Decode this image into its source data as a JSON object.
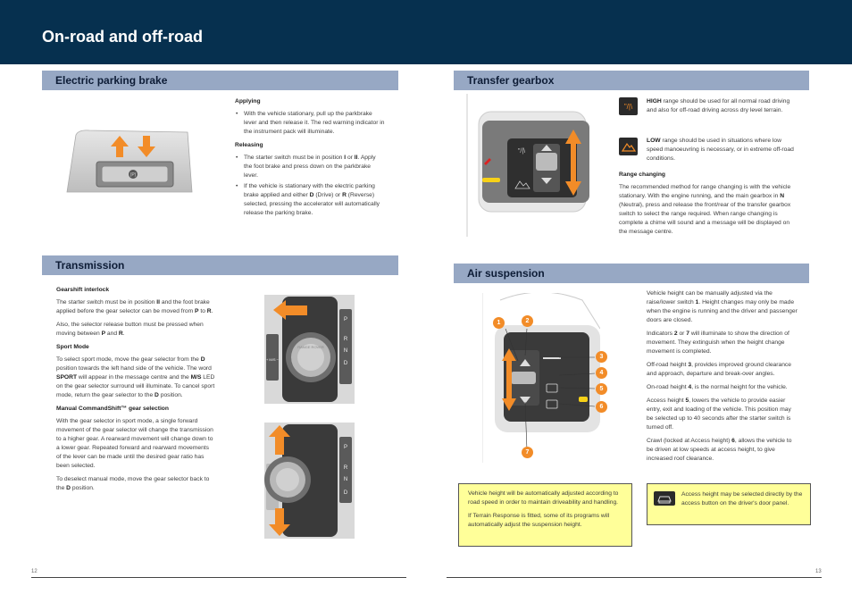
{
  "header": {
    "title": "On-road and off-road"
  },
  "epb": {
    "title": "Electric parking brake",
    "applying_heading": "Applying",
    "applying_items": [
      "With the vehicle stationary, pull up the parkbrake lever and then release it. The red warning indicator in the instrument pack will illuminate."
    ],
    "releasing_heading": "Releasing",
    "releasing_items": [
      [
        "The starter switch must be in position ",
        "I",
        " or ",
        "II",
        ". Apply the foot brake and press down on the parkbrake lever."
      ],
      [
        "If the vehicle is stationary with the electric parking brake applied and either ",
        "D",
        " (Drive) or ",
        "R",
        " (Reverse) selected, pressing the accelerator will automatically release the parking brake."
      ]
    ]
  },
  "transmission": {
    "title": "Transmission",
    "interlock_heading": "Gearshift interlock",
    "interlock_p1": [
      "The starter switch must be in position ",
      "II",
      " and the foot brake applied before the gear selector can be moved from ",
      "P",
      " to ",
      "R",
      "."
    ],
    "interlock_p2": [
      "Also, the selector release button must be pressed when moving between ",
      "P",
      " and ",
      "R",
      "."
    ],
    "sport_heading": "Sport Mode",
    "sport_p1": [
      "To select sport mode, move the gear selector from the ",
      "D",
      " position towards the left hand side of the vehicle. The word ",
      "SPORT",
      " will appear in the message centre and the ",
      "M/S",
      " LED on the gear selector surround will illuminate. To cancel sport mode, return the gear selector to the ",
      "D",
      " position."
    ],
    "manual_heading": "Manual CommandShift™ gear selection",
    "manual_p1": "With the gear selector in sport mode, a single forward movement of the gear selector will change the transmission to a higher gear. A rearward movement will change down to a lower gear. Repeated forward and rearward movements of the lever can be made until the desired gear ratio has been selected.",
    "manual_p2": [
      "To deselect manual mode, move the gear selector back to the ",
      "D",
      " position."
    ],
    "gate_letters": [
      "P",
      "R",
      "N",
      "D"
    ],
    "ms_label": "+ M/S −",
    "knob_text": "RANGE ROVER"
  },
  "transfer": {
    "title": "Transfer gearbox",
    "high_p": [
      "HIGH",
      " range should be used for all normal road driving and also for off-road driving across dry level terrain."
    ],
    "low_p": [
      "LOW",
      " range should be used in situations where low speed manoeuvring is necessary, or in extreme off-road conditions."
    ],
    "range_heading": "Range changing",
    "range_p": [
      "The recommended method for range changing is with the vehicle stationary. With the engine running, and the main gearbox in ",
      "N",
      " (Neutral), press and release the front/rear of the transfer gearbox switch to select the range required. When range changing is complete a chime will sound and a message will be displayed on the message centre."
    ]
  },
  "air": {
    "title": "Air suspension",
    "p1": [
      "Vehicle height can be manually adjusted via the raise/lower switch ",
      "1",
      ". Height changes may only be made when the engine is running and the driver and passenger doors are closed."
    ],
    "p2": [
      "Indicators ",
      "2",
      " or ",
      "7",
      " will illuminate to show the direction of movement. They extinguish when the height change movement is completed."
    ],
    "p3": [
      "Off-road height ",
      "3",
      ", provides improved ground clearance and approach, departure and break-over angles."
    ],
    "p4": [
      "On-road height ",
      "4",
      ", is the normal height for the vehicle."
    ],
    "p5": [
      "Access height ",
      "5",
      ", lowers the vehicle to provide easier entry, exit and loading of the vehicle. This position may be selected up to 40 seconds after the starter switch is turned off."
    ],
    "p6": [
      "Crawl (locked at Access height) ",
      "6",
      ", allows the vehicle to be driven at low speeds at access height, to give increased roof clearance."
    ],
    "callouts": [
      "1",
      "2",
      "3",
      "4",
      "5",
      "6",
      "7"
    ],
    "note1_p1": "Vehicle height will be automatically adjusted according to road speed in order to maintain driveability and handling.",
    "note1_p2": "If Terrain Response is fitted, some of its programs will automatically adjust the suspension height.",
    "note2": "Access height may be selected directly by the access button on the driver's door panel."
  },
  "footer": {
    "left_page": "12",
    "right_page": "13"
  },
  "colors": {
    "header": "#06304f",
    "section_bar": "#97a8c4",
    "note": "#ffff99",
    "arrow": "#f28c28"
  }
}
